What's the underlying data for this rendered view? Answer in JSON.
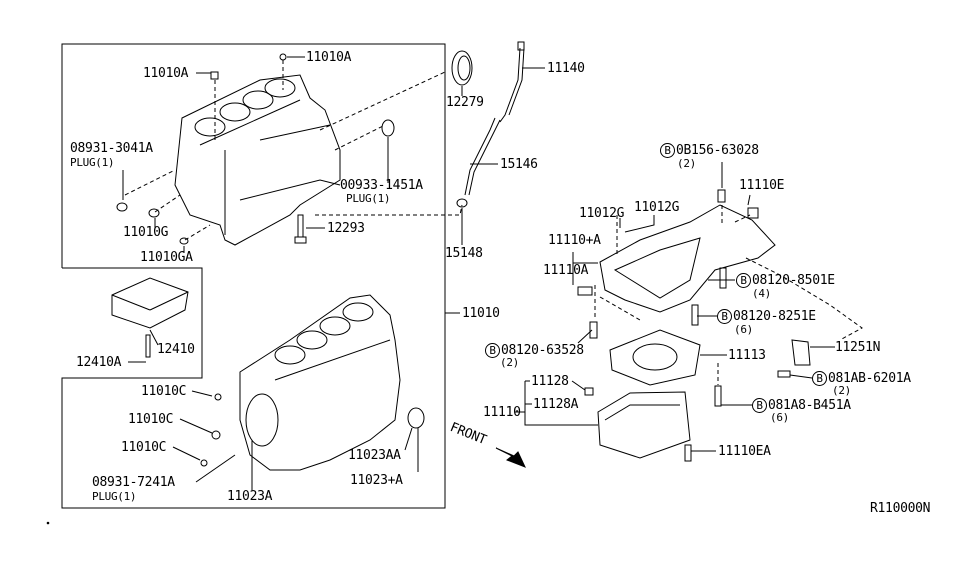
{
  "diagram_code": "R110000N",
  "front_label": "FRONT",
  "bolt_marker": "B",
  "labels": {
    "p11010A_top": "11010A",
    "p11010A_left": "11010A",
    "p08931_3041A": "08931-3041A",
    "plug1_a": "PLUG(1)",
    "p11010G": "11010G",
    "p11010GA": "11010GA",
    "p00933_1451A": "00933-1451A",
    "plug1_b": "PLUG(1)",
    "p12293": "12293",
    "p12279": "12279",
    "p11140": "11140",
    "p15146": "15146",
    "p15148": "15148",
    "p11010": "11010",
    "p12410": "12410",
    "p12410A": "12410A",
    "p11010C_1": "11010C",
    "p11010C_2": "11010C",
    "p11010C_3": "11010C",
    "p08931_7241A": "08931-7241A",
    "plug1_c": "PLUG(1)",
    "p11023A": "11023A",
    "p11023AA": "11023AA",
    "p11023pA": "11023+A",
    "p0B156_63028": "0B156-63028",
    "q2_a": "(2)",
    "p11110E": "11110E",
    "p11012G_1": "11012G",
    "p11012G_2": "11012G",
    "p11110pA": "11110+A",
    "p11110A": "11110A",
    "p08120_8501E": "08120-8501E",
    "q4": "(4)",
    "p08120_8251E": "08120-8251E",
    "q6_a": "(6)",
    "p08120_63528": "08120-63528",
    "q2_b": "(2)",
    "p11113": "11113",
    "p11251N": "11251N",
    "p081AB_6201A": "081AB-6201A",
    "q2_c": "(2)",
    "p11128": "11128",
    "p11128A": "11128A",
    "p11110": "11110",
    "p081A8_B451A": "081A8-B451A",
    "q6_b": "(6)",
    "p11110EA": "11110EA"
  }
}
